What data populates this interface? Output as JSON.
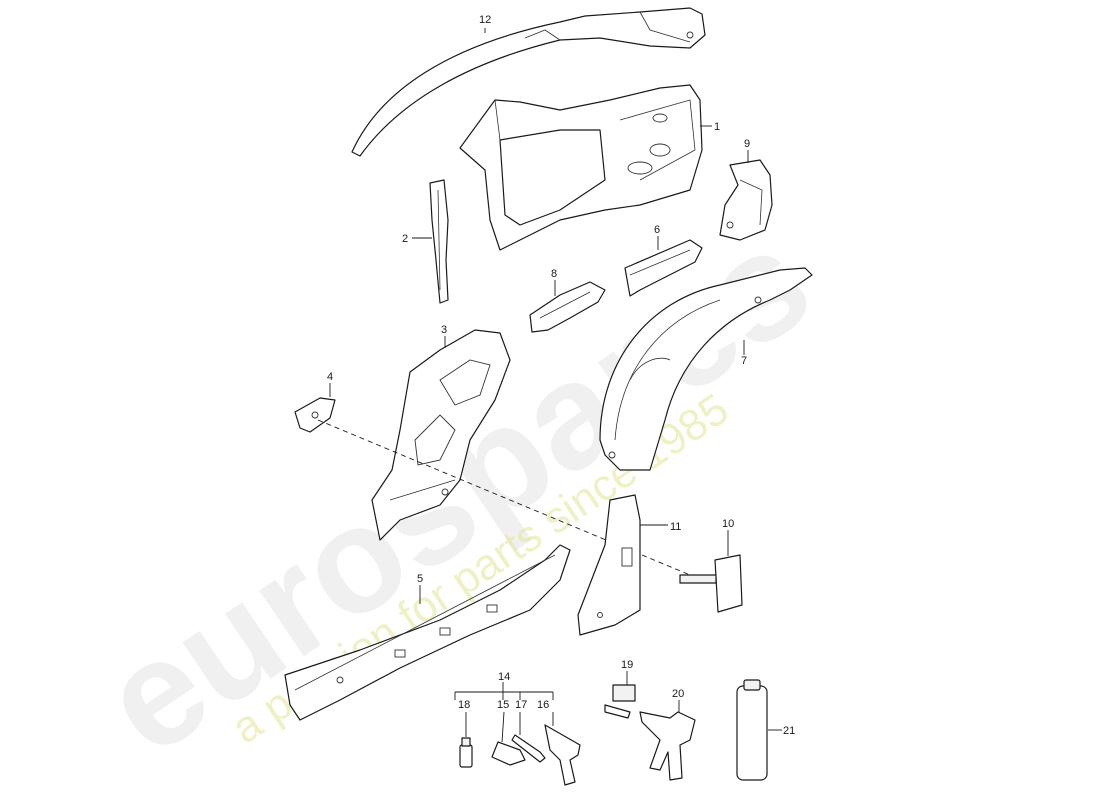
{
  "watermark": {
    "brand": "eurospares",
    "tagline": "a passion for parts since 1985"
  },
  "callouts": {
    "c1": "1",
    "c2": "2",
    "c3": "3",
    "c4": "4",
    "c5": "5",
    "c6": "6",
    "c7": "7",
    "c8": "8",
    "c9": "9",
    "c10": "10",
    "c11": "11",
    "c12": "12",
    "c14": "14",
    "c15": "15",
    "c16": "16",
    "c17": "17",
    "c18": "18",
    "c19": "19",
    "c20": "20",
    "c21": "21"
  },
  "colors": {
    "line": "#1a1a1a",
    "watermark_grey": "#e4e4e4",
    "watermark_yellow": "#e6e8a0"
  }
}
